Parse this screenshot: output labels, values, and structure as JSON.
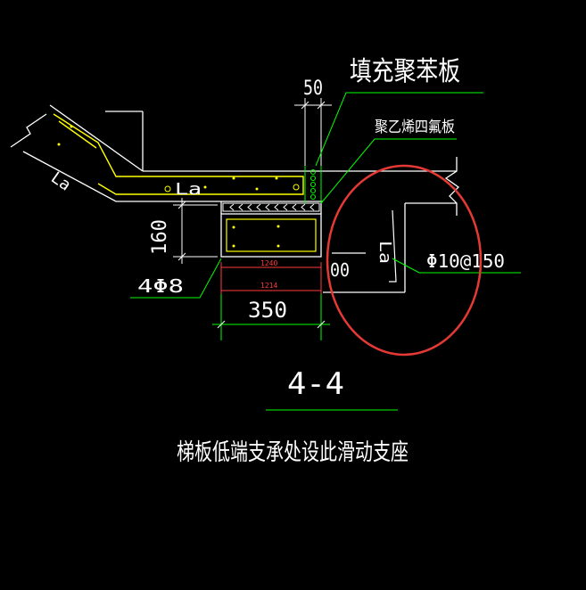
{
  "labels": {
    "fill_board": "填充聚苯板",
    "ptfe_board": "聚乙烯四氟板",
    "dim_50": "50",
    "dim_160": "160",
    "dim_350": "350",
    "rebar_4phi8": "4Φ8",
    "rebar_phi10": "Φ10@150",
    "anchor_la_left": "La",
    "anchor_la_mid": "La",
    "anchor_la_right": "La",
    "dim_1240": "1240",
    "dim_1214": "1214",
    "dim_00": "00",
    "section_title": "4-4",
    "caption": "梯板低端支承处设此滑动支座"
  },
  "colors": {
    "background": "#000000",
    "outline": "#ffffff",
    "leader": "#00ff00",
    "rebar": "#ffff00",
    "highlight_circle": "#e53935",
    "dimension_red": "#ff3b3b"
  }
}
